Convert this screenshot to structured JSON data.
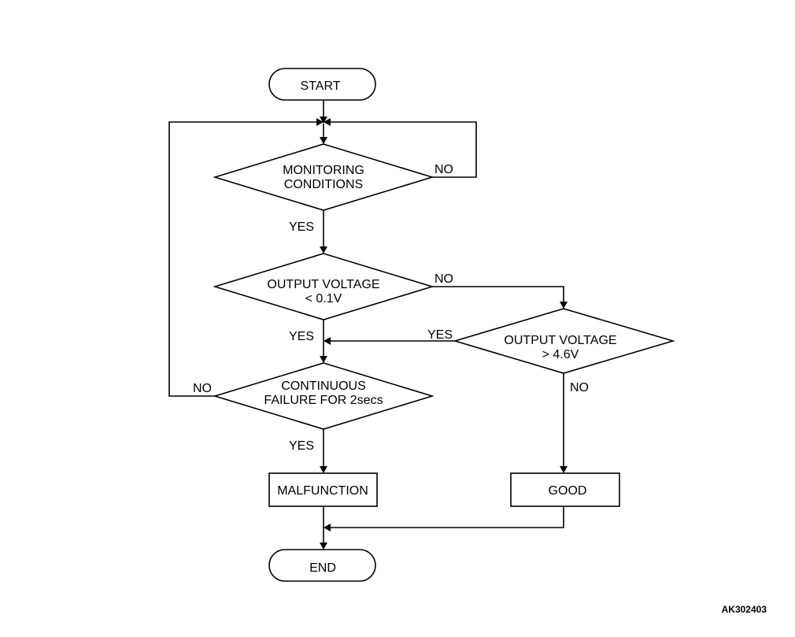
{
  "diagram": {
    "nodes": {
      "start": {
        "type": "terminal",
        "lines": [
          "START"
        ]
      },
      "monitoring": {
        "type": "decision",
        "lines": [
          "MONITORING",
          "CONDITIONS"
        ]
      },
      "voltage_low": {
        "type": "decision",
        "lines": [
          "OUTPUT VOLTAGE",
          "< 0.1V"
        ]
      },
      "voltage_high": {
        "type": "decision",
        "lines": [
          "OUTPUT VOLTAGE",
          "> 4.6V"
        ]
      },
      "continuous": {
        "type": "decision",
        "lines": [
          "CONTINUOUS",
          "FAILURE FOR 2secs"
        ]
      },
      "malfunction": {
        "type": "process",
        "lines": [
          "MALFUNCTION"
        ]
      },
      "good": {
        "type": "process",
        "lines": [
          "GOOD"
        ]
      },
      "end": {
        "type": "terminal",
        "lines": [
          "END"
        ]
      }
    },
    "edges": {
      "monitoring_no": "NO",
      "monitoring_yes": "YES",
      "voltage_low_no": "NO",
      "voltage_low_yes": "YES",
      "voltage_high_yes": "YES",
      "voltage_high_no": "NO",
      "continuous_no": "NO",
      "continuous_yes": "YES"
    },
    "figure_code": "AK302403"
  }
}
